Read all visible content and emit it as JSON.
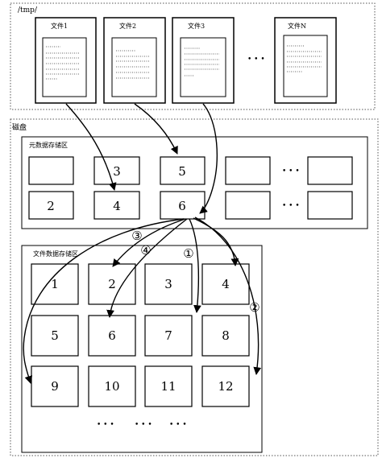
{
  "tmp": {
    "label": "/tmp/",
    "files": [
      {
        "label": "文件1"
      },
      {
        "label": "文件2"
      },
      {
        "label": "文件3"
      },
      {
        "label": "文件N"
      }
    ],
    "ellipsis": "• • •"
  },
  "disk": {
    "label": "磁盘",
    "meta_area": {
      "label": "元数据存储区",
      "row1": [
        "",
        "3",
        "5",
        "",
        ""
      ],
      "row2": [
        "2",
        "4",
        "6",
        "",
        ""
      ],
      "ellipsis": "• • •"
    },
    "file_area": {
      "label": "文件数据存储区",
      "rows": [
        [
          "1",
          "2",
          "3",
          "4"
        ],
        [
          "5",
          "6",
          "7",
          "8"
        ],
        [
          "9",
          "10",
          "11",
          "12"
        ]
      ],
      "ellipsis": "• • •"
    }
  },
  "circled": [
    "①",
    "②",
    "③",
    "④"
  ]
}
